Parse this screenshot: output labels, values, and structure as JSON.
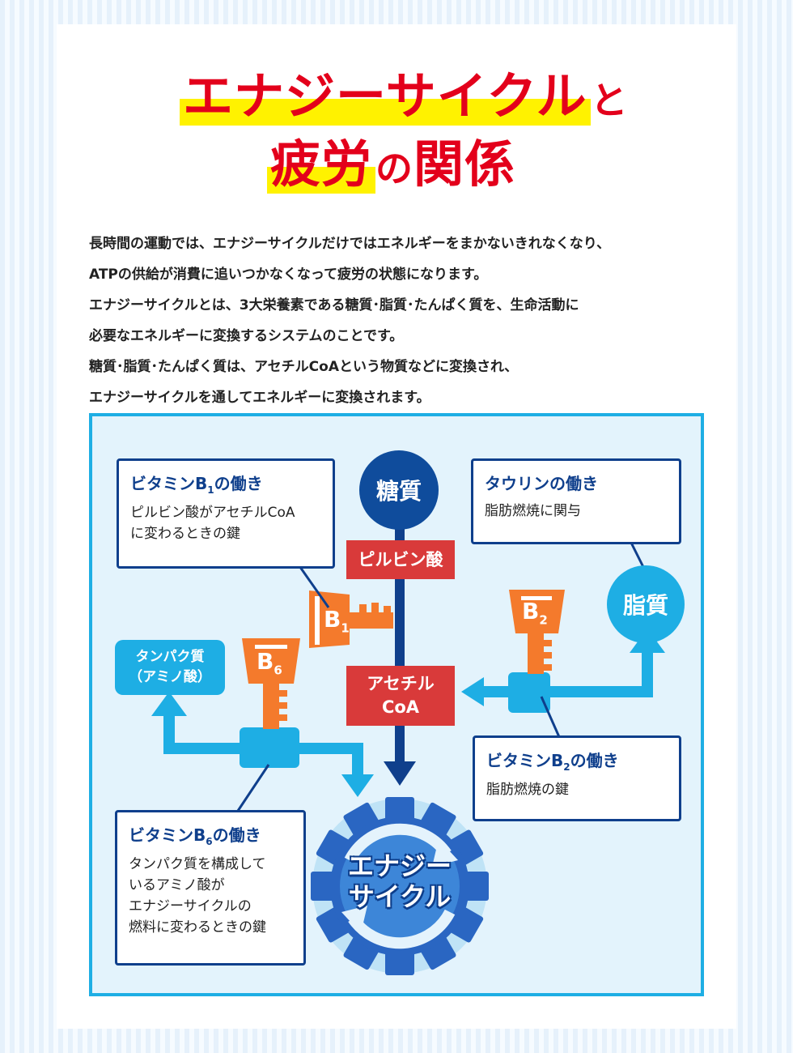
{
  "title": {
    "line1": "エナジーサイクル",
    "line1_suffix": "と",
    "line2": "疲労",
    "line2_mid": "の",
    "line2_end": "関係"
  },
  "intro": [
    "長時間の運動では、エナジーサイクルだけではエネルギーをまかないきれなくなり、",
    "ATPの供給が消費に追いつかなくなって疲労の状態になります。",
    "エナジーサイクルとは、3大栄養素である糖質･脂質･たんぱく質を、生命活動に",
    "必要なエネルギーに変換するシステムのことです。",
    "糖質･脂質･たんぱく質は、アセチルCoAという物質などに変換され、",
    "エナジーサイクルを通してエネルギーに変換されます。"
  ],
  "diagram": {
    "sugar": "糖質",
    "fat": "脂質",
    "pyruvic": "ピルビン酸",
    "acetyl_line1": "アセチル",
    "acetyl_line2": "CoA",
    "protein_line1": "タンパク質",
    "protein_line2": "（アミノ酸）",
    "cycle_line1": "エナジー",
    "cycle_line2": "サイクル",
    "key_b1": "B",
    "key_b1_sub": "1",
    "key_b2": "B",
    "key_b2_sub": "2",
    "key_b6": "B",
    "key_b6_sub": "6",
    "box_b1": {
      "title_pre": "ビタミンB",
      "title_sub": "1",
      "title_post": "の働き",
      "text": "ピルビン酸がアセチルCoA\nに変わるときの鍵"
    },
    "box_taurine": {
      "title": "タウリンの働き",
      "text": "脂肪燃焼に関与"
    },
    "box_b2": {
      "title_pre": "ビタミンB",
      "title_sub": "2",
      "title_post": "の働き",
      "text": "脂肪燃焼の鍵"
    },
    "box_b6": {
      "title_pre": "ビタミンB",
      "title_sub": "6",
      "title_post": "の働き",
      "text": "タンパク質を構成して\nいるアミノ酸が\nエナジーサイクルの\n燃料に変わるときの鍵"
    }
  },
  "colors": {
    "title_red": "#e3001b",
    "highlight_yellow": "#fff200",
    "navy": "#0f3f8c",
    "cyan": "#1eaee4",
    "key_orange": "#f47a2c",
    "tag_red": "#d93a3a",
    "panel_bg": "#e3f3fc"
  }
}
